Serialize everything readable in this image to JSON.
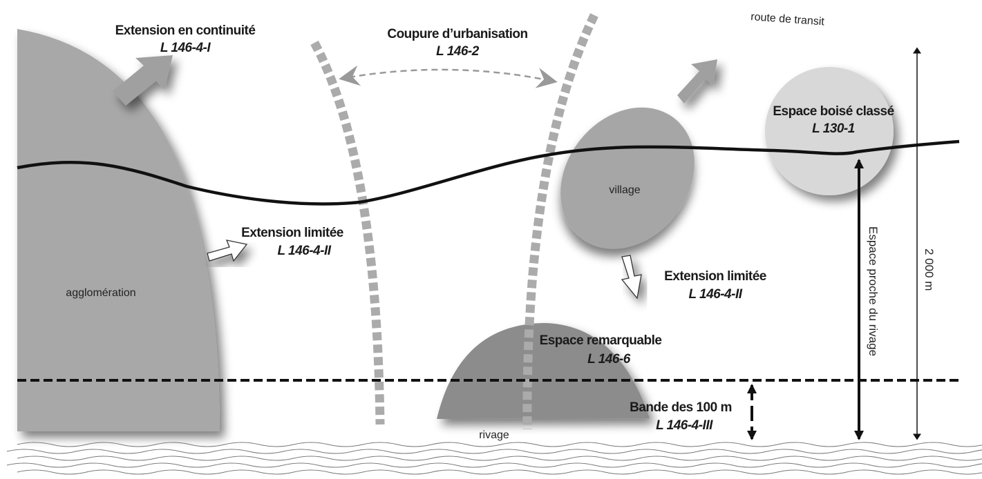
{
  "labels": {
    "extension_continuite": {
      "title": "Extension en continuité",
      "ref": "L 146-4-I"
    },
    "coupure_urbanisation": {
      "title": "Coupure d’urbanisation",
      "ref": "L 146-2"
    },
    "route_transit": "route de transit",
    "espace_boise": {
      "title": "Espace boisé classé",
      "ref": "L 130-1"
    },
    "village": "village",
    "extension_limitee_left": {
      "title": "Extension limitée",
      "ref": "L 146-4-II"
    },
    "extension_limitee_right": {
      "title": "Extension limitée",
      "ref": "L 146-4-II"
    },
    "agglomeration": "agglomération",
    "espace_remarquable": {
      "title": "Espace remarquable",
      "ref": "L 146-6"
    },
    "bande_100m": {
      "title": "Bande des 100 m",
      "ref": "L 146-4-III"
    },
    "rivage": "rivage",
    "espace_proche": "Espace proche du rivage",
    "distance": "2 000 m"
  },
  "colors": {
    "agglomeration": "#a8a8a8",
    "village": "#a6a6a6",
    "espace_boise": "#d8d8d8",
    "espace_remarquable": "#8c8c8c",
    "coupure": "#ababab",
    "road": "#111111"
  }
}
